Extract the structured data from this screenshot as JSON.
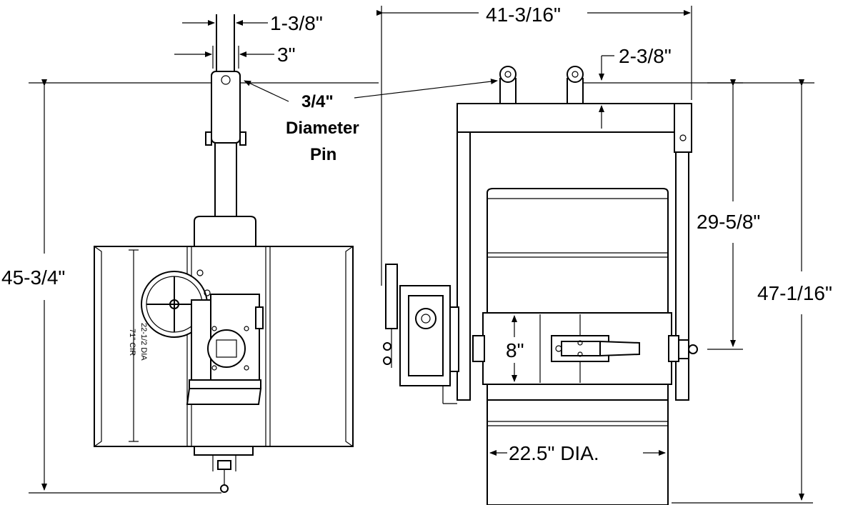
{
  "dimensions": {
    "bracket_gap": "1-3/8\"",
    "bracket_width": "3\"",
    "overall_width": "41-3/16\"",
    "lift_offset": "2-3/8\"",
    "pin_size": "3/4\"",
    "pin_word1": "Diameter",
    "pin_word2": "Pin",
    "side_height": "45-3/4\"",
    "pivot_height": "29-5/8\"",
    "overall_height": "47-1/16\"",
    "band_height": "8\"",
    "drum_diameter": "22.5\" DIA."
  },
  "side_labels": {
    "dia_label": "22-1/2 DIA",
    "cir_label": "71\" CIR"
  }
}
